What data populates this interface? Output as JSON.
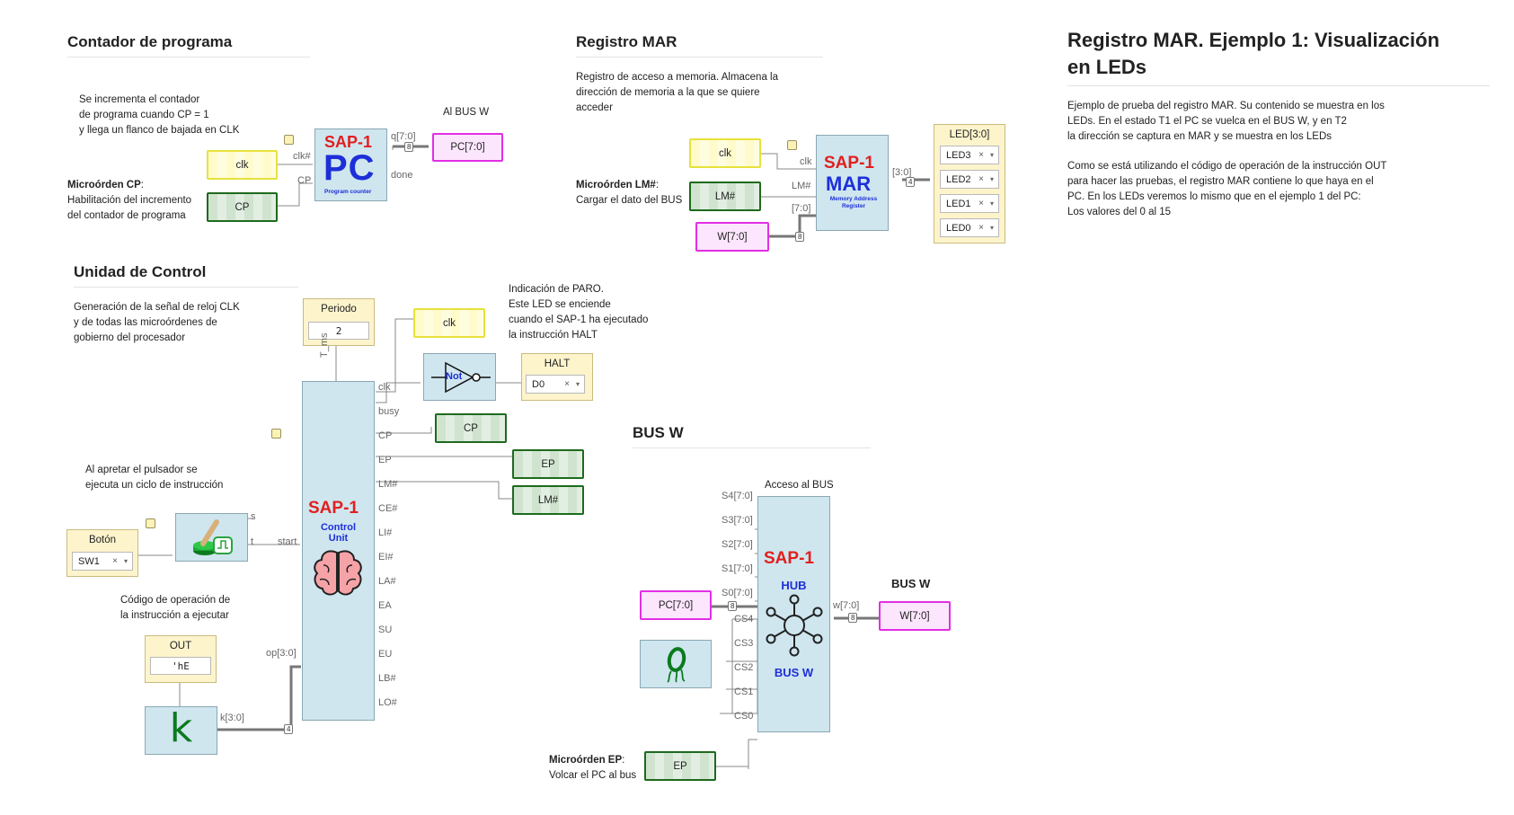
{
  "sections": {
    "pc_title": "Contador de programa",
    "mar_title": "Registro MAR",
    "cu_title": "Unidad de Control",
    "busw_title": "BUS W"
  },
  "right_panel": {
    "title_line1": "Registro MAR. Ejemplo 1: Visualización",
    "title_line2": "en LEDs",
    "para1": [
      "Ejemplo de prueba del registro MAR. Su contenido se muestra en los",
      "LEDs. En el estado T1 el PC se vuelca en el BUS W, y en T2",
      "la dirección se captura en MAR y se muestra en los LEDs"
    ],
    "para2": [
      "Como se está utilizando el código de operación de la instrucción OUT",
      "para hacer las pruebas, el registro MAR contiene lo que haya en el",
      "PC. En los LEDs veremos lo mismo que en el ejemplo 1 del PC:",
      "Los valores del 0 al 15"
    ]
  },
  "pc": {
    "note": [
      "Se incrementa el contador",
      "de programa cuando CP = 1",
      "y llega un flanco de bajada en CLK"
    ],
    "micro_bold": "Microórden CP",
    "micro_colon": ":",
    "micro_lines": [
      "Habilitación del incremento",
      "del contador de programa"
    ],
    "clk_tag": "clk",
    "cp_tag": "CP",
    "out_label": "Al BUS W",
    "out_tag": "PC[7:0]",
    "block_sap": "SAP-1",
    "block_name": "PC",
    "block_sub": "Program counter",
    "pin_clk": "clk#",
    "pin_cp": "CP",
    "pin_q": "q[7:0]",
    "pin_done": "done",
    "bus_width": "8"
  },
  "mar": {
    "note": [
      "Registro de acceso a memoria. Almacena la",
      "dirección de memoria a la que se quiere",
      "acceder"
    ],
    "micro_bold": "Microórden LM#",
    "micro_colon": ":",
    "micro_line": "Cargar el dato del BUS",
    "clk_tag": "clk",
    "lm_tag": "LM#",
    "w_tag": "W[7:0]",
    "block_sap": "SAP-1",
    "block_name": "MAR",
    "block_sub1": "Memory Address",
    "block_sub2": "Register",
    "pin_clk": "clk",
    "pin_lm": "LM#",
    "pin_in": "[7:0]",
    "pin_out": "[3:0]",
    "in_width": "8",
    "out_width": "4",
    "leds_title": "LED[3:0]",
    "leds": [
      "LED3",
      "LED2",
      "LED1",
      "LED0"
    ],
    "clear_symbol": "×",
    "dropdown_symbol": "▾"
  },
  "cu": {
    "note": [
      "Generación de la señal de reloj CLK",
      "y de todas las microórdenes de",
      "gobierno del procesador"
    ],
    "periodo_title": "Periodo",
    "periodo_value": "2",
    "pin_tms": "T_ms",
    "paro_note": [
      "Indicación de PARO.",
      "Este LED se enciende",
      "cuando el SAP-1 ha ejecutado",
      "la instrucción HALT"
    ],
    "clk_tag": "clk",
    "not_label": "Not",
    "halt_title": "HALT",
    "halt_value": "D0",
    "cp_tag": "CP",
    "ep_tag": "EP",
    "lm_tag": "LM#",
    "button_note": [
      "Al apretar el pulsador se",
      "ejecuta un ciclo de instrucción"
    ],
    "boton_title": "Botón",
    "boton_value": "SW1",
    "pin_s": "s",
    "pin_t": "t",
    "pin_start": "start",
    "opcode_note": [
      "Código de operación de",
      "la instrucción a ejecutar"
    ],
    "out_title": "OUT",
    "out_value": "'hE",
    "k_label": "k",
    "pin_k": "k[3:0]",
    "pin_op": "op[3:0]",
    "k_width": "4",
    "block_sap": "SAP-1",
    "block_name1": "Control",
    "block_name2": "Unit",
    "pins": [
      "clk",
      "busy",
      "CP",
      "EP",
      "LM#",
      "CE#",
      "LI#",
      "EI#",
      "LA#",
      "EA",
      "SU",
      "EU",
      "LB#",
      "LO#"
    ]
  },
  "busw": {
    "access_label": "Acceso al BUS",
    "block_sap": "SAP-1",
    "block_hub": "HUB",
    "block_bus": "BUS W",
    "in_pins": [
      "S4[7:0]",
      "S3[7:0]",
      "S2[7:0]",
      "S1[7:0]",
      "S0[7:0]"
    ],
    "cs_pins": [
      "CS4",
      "CS3",
      "CS2",
      "CS1",
      "CS0"
    ],
    "pc_tag": "PC[7:0]",
    "out_title": "BUS W",
    "pin_w": "w[7:0]",
    "w_tag": "W[7:0]",
    "width_in": "8",
    "width_out": "8",
    "micro_bold": "Microórden EP",
    "micro_colon": ":",
    "micro_line": "Volcar el PC al bus",
    "ep_tag": "EP"
  },
  "colors": {
    "block": "#cfe6ef",
    "sap_red": "#e21f1f",
    "sap_blue": "#1d2fd8",
    "yellow": "#e7e23a",
    "green": "#1e6a1e",
    "magenta": "#e22ee6"
  }
}
